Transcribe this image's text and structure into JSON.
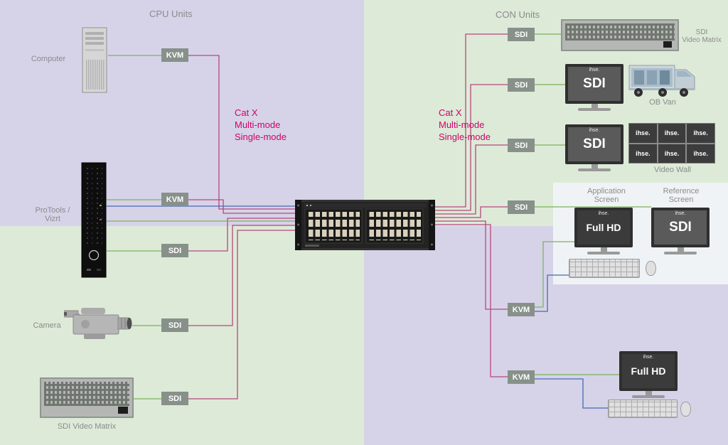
{
  "colors": {
    "quad_lavender": "#d6d3e8",
    "quad_green": "#ddead8",
    "cable_text": "#d10069",
    "line_magenta": "#b7487d",
    "line_green": "#7cb25a",
    "line_blue": "#4a69b0",
    "connector_bg": "#87918a"
  },
  "headers": {
    "cpu_units": "CPU Units",
    "con_units": "CON Units"
  },
  "cable_label": {
    "line1": "Cat X",
    "line2": "Multi-mode",
    "line3": "Single-mode"
  },
  "connector_labels": {
    "kvm": "KVM",
    "sdi": "SDI"
  },
  "monitor_labels": {
    "sdi": "SDI",
    "full_hd": "Full HD",
    "brand": "ihse."
  },
  "cpu_side": {
    "computer": "Computer",
    "protools_line1": "ProTools /",
    "protools_line2": "Vizrt",
    "camera": "Camera",
    "sdi_video_matrix": "SDI Video Matrix"
  },
  "con_side": {
    "sdi_video_matrix_line1": "SDI",
    "sdi_video_matrix_line2": "Video Matrix",
    "ob_van": "OB Van",
    "video_wall": "Video Wall",
    "application_screen_line1": "Application",
    "application_screen_line2": "Screen",
    "reference_screen_line1": "Reference",
    "reference_screen_line2": "Screen"
  }
}
